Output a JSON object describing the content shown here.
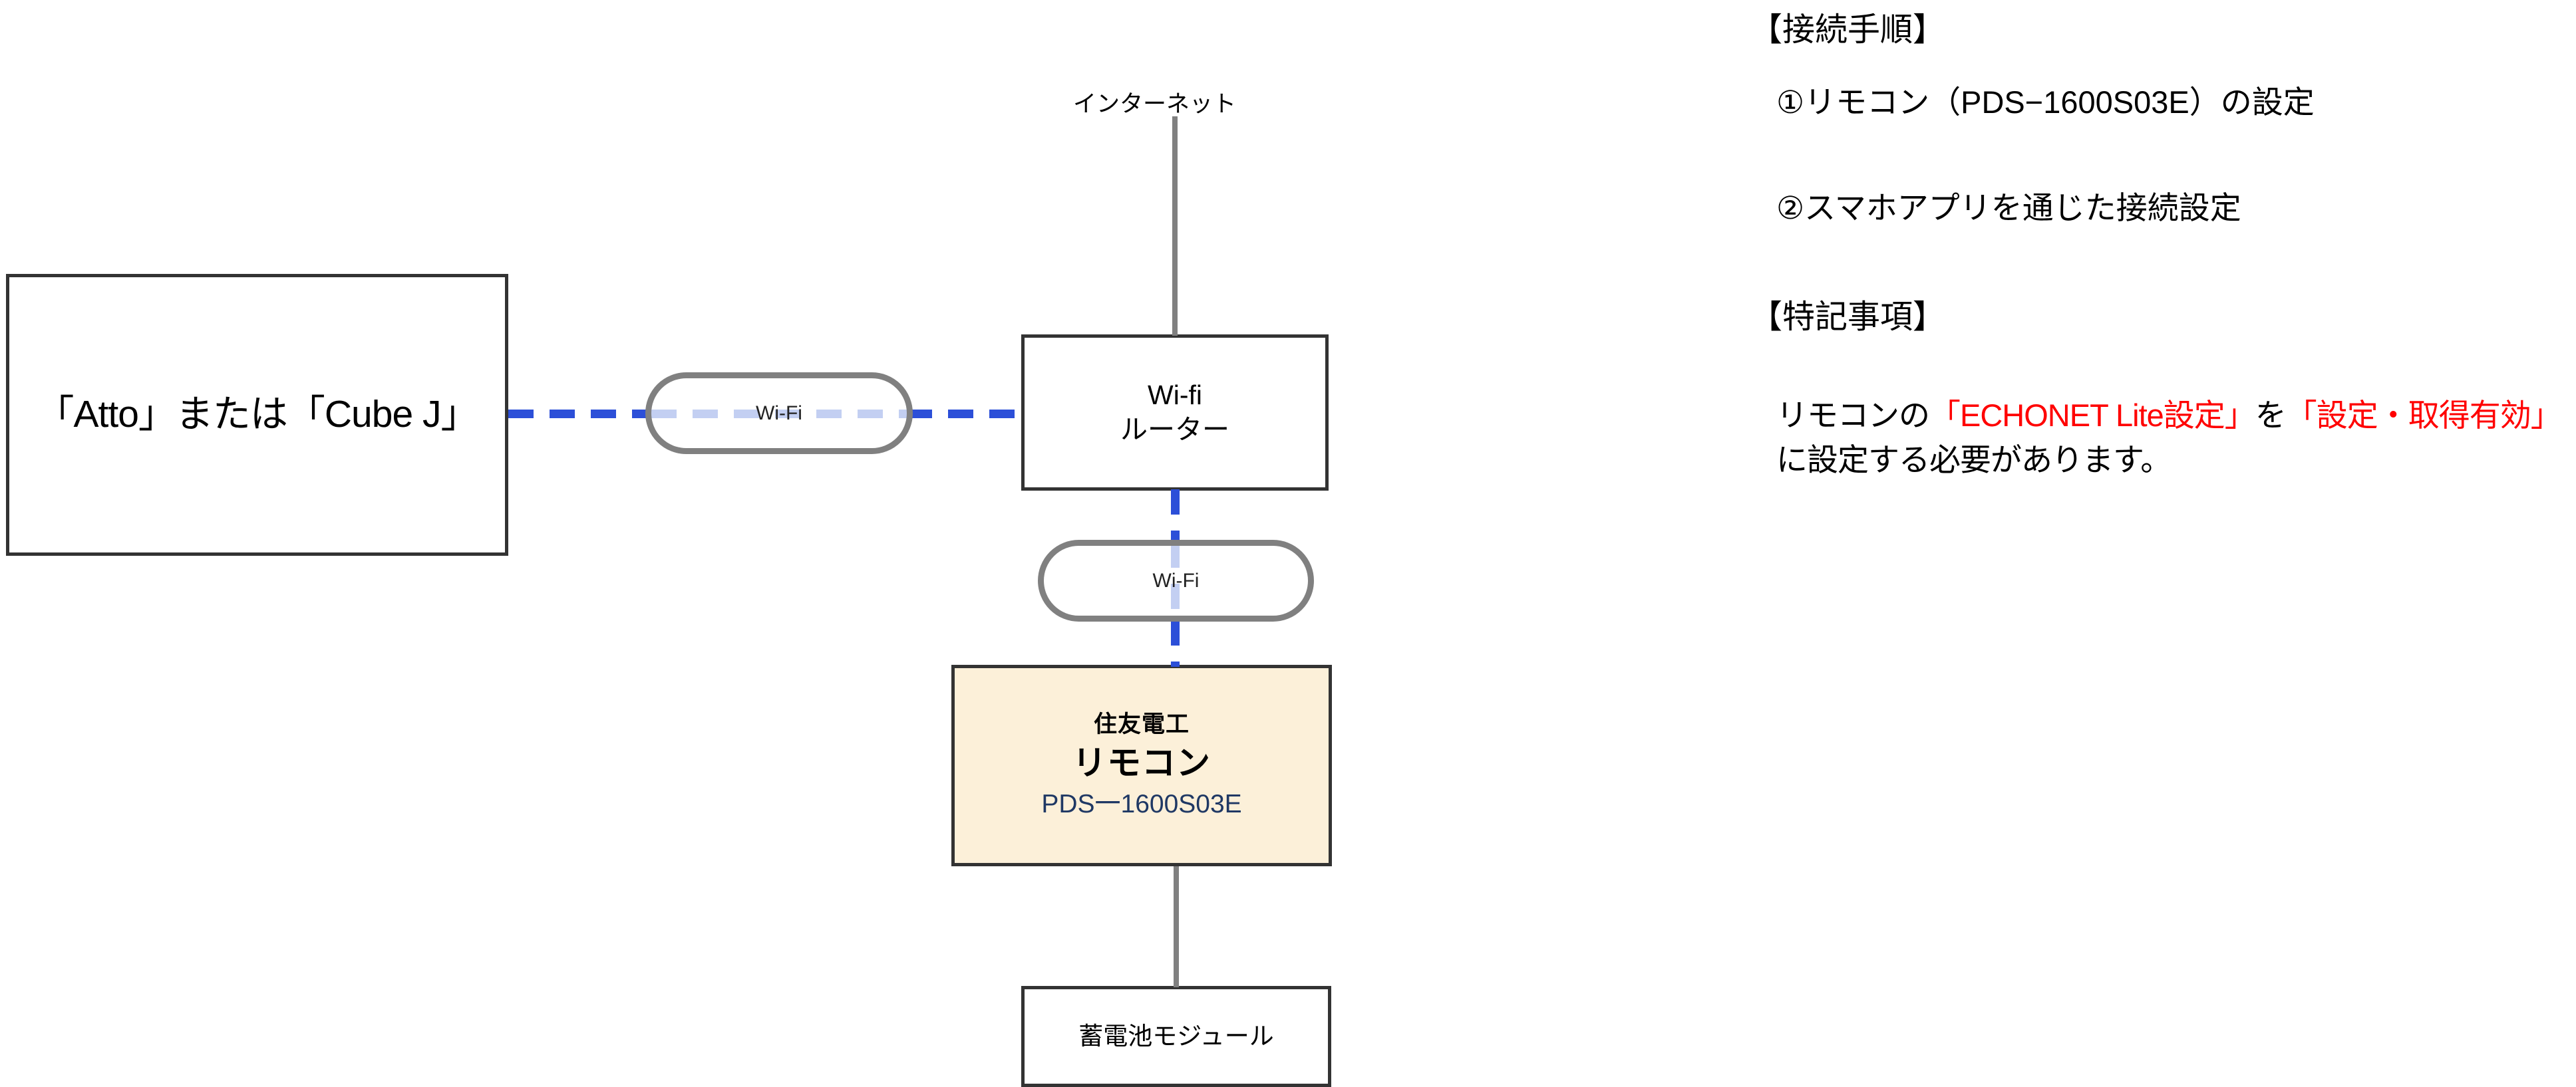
{
  "diagram": {
    "internet_label": "インターネット",
    "device_box": {
      "label": "「Atto」または「Cube J」"
    },
    "router_box": {
      "line1": "Wi-fi",
      "line2": "ルーター"
    },
    "remote_box": {
      "maker": "住友電工",
      "title": "リモコン",
      "model": "PDS一1600S03E"
    },
    "battery_box": {
      "label": "蓄電池モジュール"
    },
    "wifi_pill_1": {
      "label": "Wi-Fi"
    },
    "wifi_pill_2": {
      "label": "Wi-Fi"
    },
    "colors": {
      "box_border": "#333333",
      "remote_fill": "#FCF0D9",
      "model_text": "#1F3864",
      "wifi_link": "#2C4FD8",
      "wifi_link_muted": "#C3CFF2",
      "wired_link": "#808080",
      "pill_border": "#808080",
      "highlight_red": "#FF0000"
    }
  },
  "notes": {
    "heading_procedure": "【接続手順】",
    "step_1": "①リモコン（PDS−1600S03E）の設定",
    "step_2": "②スマホアプリを通じた接続設定",
    "heading_remarks": "【特記事項】",
    "remark": {
      "part1": "リモコンの",
      "part2_red": "「ECHONET Lite設定」",
      "part3": "を",
      "part4_red": "「設定・取得有効」",
      "part5": "に設定する必要があります。"
    }
  }
}
